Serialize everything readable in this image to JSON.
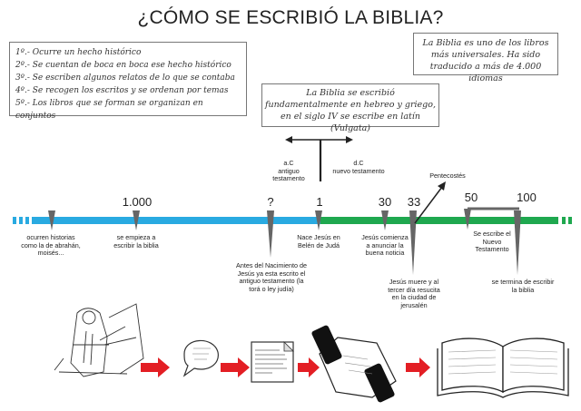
{
  "title": "¿CÓMO SE ESCRIBIÓ LA BIBLIA?",
  "steps": [
    "1º.- Ocurre un hecho histórico",
    "2º.- Se cuentan de boca en boca ese hecho histórico",
    "3º.- Se escriben algunos relatos de lo que se contaba",
    "4º.- Se recogen los escritos y se ordenan por temas",
    "5º.- Los libros que se forman se organizan en conjuntos"
  ],
  "fact": "La Biblia es uno de los libros más universales. Ha sido traducido a más de 4.000 idiomas",
  "languages": "La Biblia se escribió fundamentalmente en hebreo y griego, en el siglo IV se escribe en latín (Vulgata)",
  "era": {
    "ac_label": "a.C",
    "ac_text": "antiguo testamento",
    "dc_label": "d.C",
    "dc_text": "nuevo testamento"
  },
  "timeline": {
    "colors": {
      "old": "#29aae1",
      "new": "#1fa84f",
      "marker": "#666666"
    },
    "numbers": [
      "1.000",
      "?",
      "1",
      "30",
      "33",
      "50",
      "100"
    ],
    "pentecost": "Pentecostés",
    "events": {
      "historias": "ocurren historias como la de abrahán, moisés...",
      "empieza": "se empieza a escribir la biblia",
      "antes": "Antes del Nacimiento de Jesús ya esta escrito el antiguo testamento (la torá o ley judía)",
      "nace": "Nace Jesús en Belén de Judá",
      "comienza": "Jesús comienza a anunciar la buena noticia",
      "muere": "Jesús muere y al tercer día resucita en la ciudad de jerusalén",
      "escribe_nt": "Se escribe el Nuevo Testamento",
      "termina": "se termina de escribir la biblia"
    }
  },
  "process_icons": [
    "story-scene-icon",
    "speech-bubble-icon",
    "written-page-icon",
    "scroll-icon",
    "open-book-icon"
  ]
}
